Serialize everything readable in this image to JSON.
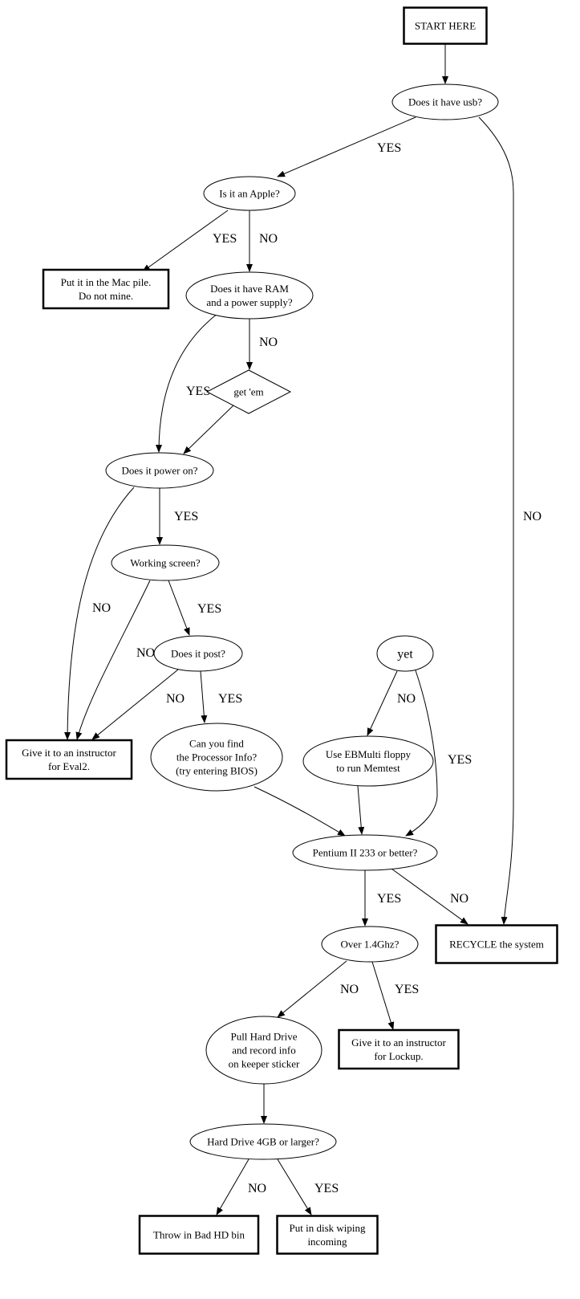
{
  "diagram": {
    "type": "flowchart",
    "line_color": "#000000",
    "background": "#ffffff",
    "nodes": [
      {
        "id": "start",
        "shape": "box-bold",
        "lines": [
          "START HERE"
        ]
      },
      {
        "id": "usb",
        "shape": "ellipse",
        "lines": [
          "Does it have usb?"
        ]
      },
      {
        "id": "apple",
        "shape": "ellipse",
        "lines": [
          "Is it an Apple?"
        ]
      },
      {
        "id": "mac",
        "shape": "box-bold",
        "lines": [
          "Put it in the Mac pile.",
          "Do not mine."
        ]
      },
      {
        "id": "ram",
        "shape": "ellipse",
        "lines": [
          "Does it have RAM",
          "and a power supply?"
        ]
      },
      {
        "id": "getem",
        "shape": "diamond",
        "lines": [
          "get 'em"
        ]
      },
      {
        "id": "power",
        "shape": "ellipse",
        "lines": [
          "Does it power on?"
        ]
      },
      {
        "id": "screen",
        "shape": "ellipse",
        "lines": [
          "Working screen?"
        ]
      },
      {
        "id": "post",
        "shape": "ellipse",
        "lines": [
          "Does it post?"
        ]
      },
      {
        "id": "yet",
        "shape": "ellipse",
        "lines": [
          "yet"
        ]
      },
      {
        "id": "eval2",
        "shape": "box-bold",
        "lines": [
          "Give it to an instructor",
          "for Eval2."
        ]
      },
      {
        "id": "procinfo",
        "shape": "ellipse",
        "lines": [
          "Can you find",
          "the Processor Info?",
          "(try entering BIOS)"
        ]
      },
      {
        "id": "memtest",
        "shape": "ellipse",
        "lines": [
          "Use EBMulti floppy",
          "to run Memtest"
        ]
      },
      {
        "id": "pentium",
        "shape": "ellipse",
        "lines": [
          "Pentium II 233 or better?"
        ]
      },
      {
        "id": "recycle",
        "shape": "box-bold",
        "lines": [
          "RECYCLE the system"
        ]
      },
      {
        "id": "over14",
        "shape": "ellipse",
        "lines": [
          "Over 1.4Ghz?"
        ]
      },
      {
        "id": "pull",
        "shape": "ellipse",
        "lines": [
          "Pull Hard Drive",
          "and record info",
          "on keeper sticker"
        ]
      },
      {
        "id": "lockup",
        "shape": "box-bold",
        "lines": [
          "Give it to an instructor",
          "for Lockup."
        ]
      },
      {
        "id": "hd4",
        "shape": "ellipse",
        "lines": [
          "Hard Drive 4GB or larger?"
        ]
      },
      {
        "id": "badhd",
        "shape": "box-bold",
        "lines": [
          "Throw in Bad HD bin"
        ]
      },
      {
        "id": "wipe",
        "shape": "box-bold",
        "lines": [
          "Put in disk wiping",
          "incoming"
        ]
      }
    ],
    "edges": [
      {
        "from": "start",
        "to": "usb",
        "label": ""
      },
      {
        "from": "usb",
        "to": "apple",
        "label": "YES"
      },
      {
        "from": "usb",
        "to": "recycle",
        "label": "NO"
      },
      {
        "from": "apple",
        "to": "mac",
        "label": "YES"
      },
      {
        "from": "apple",
        "to": "ram",
        "label": "NO"
      },
      {
        "from": "ram",
        "to": "power",
        "label": "YES"
      },
      {
        "from": "ram",
        "to": "getem",
        "label": "NO"
      },
      {
        "from": "getem",
        "to": "power",
        "label": ""
      },
      {
        "from": "power",
        "to": "eval2",
        "label": "NO"
      },
      {
        "from": "power",
        "to": "screen",
        "label": "YES"
      },
      {
        "from": "screen",
        "to": "eval2",
        "label": "NO"
      },
      {
        "from": "screen",
        "to": "post",
        "label": "YES"
      },
      {
        "from": "post",
        "to": "eval2",
        "label": "NO"
      },
      {
        "from": "post",
        "to": "procinfo",
        "label": "YES"
      },
      {
        "from": "yet",
        "to": "memtest",
        "label": "NO"
      },
      {
        "from": "yet",
        "to": "pentium",
        "label": "YES"
      },
      {
        "from": "procinfo",
        "to": "pentium",
        "label": ""
      },
      {
        "from": "memtest",
        "to": "pentium",
        "label": ""
      },
      {
        "from": "pentium",
        "to": "over14",
        "label": "YES"
      },
      {
        "from": "pentium",
        "to": "recycle",
        "label": "NO"
      },
      {
        "from": "over14",
        "to": "pull",
        "label": "NO"
      },
      {
        "from": "over14",
        "to": "lockup",
        "label": "YES"
      },
      {
        "from": "pull",
        "to": "hd4",
        "label": ""
      },
      {
        "from": "hd4",
        "to": "badhd",
        "label": "NO"
      },
      {
        "from": "hd4",
        "to": "wipe",
        "label": "YES"
      }
    ]
  }
}
